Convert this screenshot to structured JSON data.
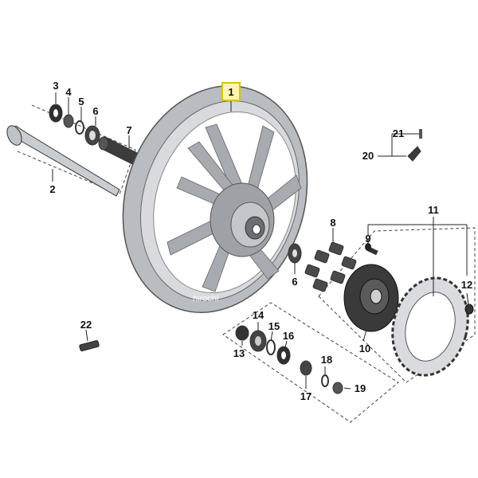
{
  "parts": [
    {
      "id": "1",
      "highlighted": true
    },
    {
      "id": "2"
    },
    {
      "id": "3"
    },
    {
      "id": "4"
    },
    {
      "id": "5"
    },
    {
      "id": "6"
    },
    {
      "id": "7"
    },
    {
      "id": "6"
    },
    {
      "id": "8"
    },
    {
      "id": "9"
    },
    {
      "id": "10"
    },
    {
      "id": "11"
    },
    {
      "id": "12"
    },
    {
      "id": "13"
    },
    {
      "id": "14"
    },
    {
      "id": "15"
    },
    {
      "id": "16"
    },
    {
      "id": "17"
    },
    {
      "id": "18"
    },
    {
      "id": "19"
    },
    {
      "id": "20"
    },
    {
      "id": "21"
    },
    {
      "id": "22"
    }
  ],
  "watermark": "hirochi",
  "colors": {
    "highlight_border": "#d8c400",
    "highlight_fill": "#fff7b0",
    "wheel_silver": "#b9bcc0",
    "part_dark": "#3a3a3a"
  }
}
